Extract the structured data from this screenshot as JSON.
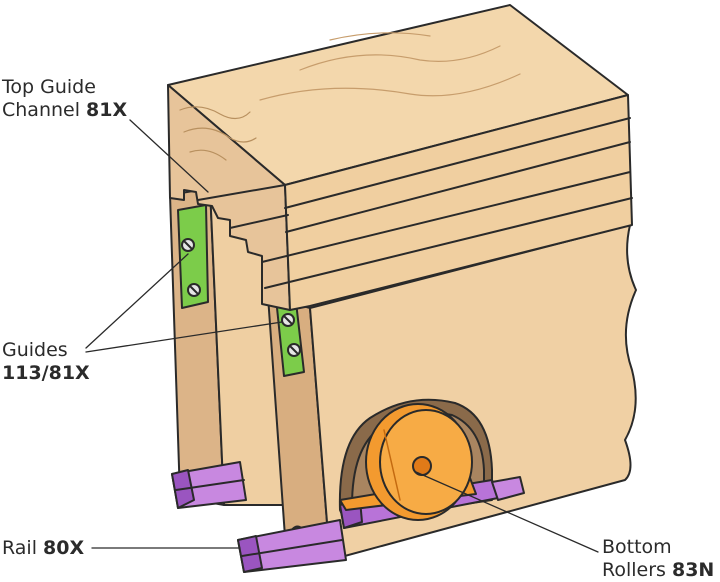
{
  "labels": {
    "top_guide_channel": {
      "line1": "Top Guide",
      "line2_text": "Channel ",
      "code": "81X"
    },
    "guides": {
      "line1": "Guides",
      "code": "113/81X"
    },
    "rail": {
      "text": "Rail ",
      "code": "80X"
    },
    "bottom_rollers": {
      "line1": "Bottom",
      "line2_text": "Rollers ",
      "code": "83N"
    }
  },
  "colors": {
    "wood_light": "#f1d3a8",
    "wood_mid": "#e5c196",
    "wood_dark": "#d4a87a",
    "outline": "#2a2a2a",
    "guide_green": "#7ccc4a",
    "rail_purple": "#b873d8",
    "roller_orange": "#f39a2f",
    "cavity_dark": "#8a6a4a"
  }
}
